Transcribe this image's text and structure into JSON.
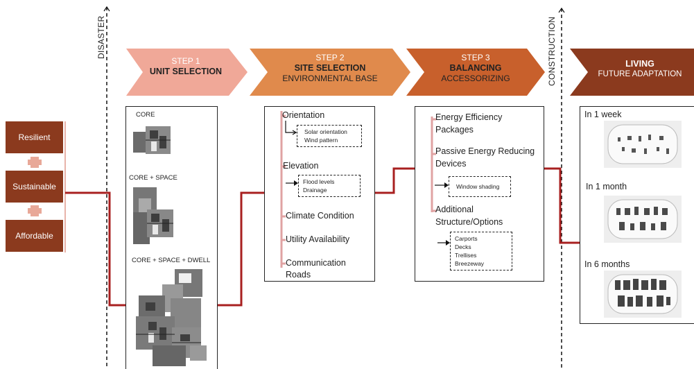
{
  "markers": {
    "disaster": "DISASTER",
    "construction": "CONSTRUCTION"
  },
  "steps": [
    {
      "step": "STEP 1",
      "title": "UNIT SELECTION",
      "subtitle": ""
    },
    {
      "step": "STEP 2",
      "title": "SITE SELECTION",
      "subtitle": "ENVIRONMENTAL BASE"
    },
    {
      "step": "STEP 3",
      "title": "BALANCING",
      "subtitle": "ACCESSORIZING"
    },
    {
      "step": "",
      "title": "LIVING",
      "subtitle": "FUTURE ADAPTATION"
    }
  ],
  "qualities": [
    "Resilient",
    "Sustainable",
    "Affordable"
  ],
  "unit_selection": {
    "units": [
      "CORE",
      "CORE + SPACE",
      "CORE + SPACE + DWELL"
    ]
  },
  "site_selection": {
    "orientation": "Orientation",
    "orientation_details": [
      "Solar orientation",
      "Wind pattern"
    ],
    "elevation": "Elevation",
    "elevation_details": [
      "Flood levels",
      "Drainage"
    ],
    "climate": "Climate Condition",
    "utility": "Utility Availability",
    "communication_1": "Communication",
    "communication_2": "Roads"
  },
  "balancing": {
    "energy_1": "Energy Efficiency",
    "energy_2": "Packages",
    "passive_1": "Passive Energy Reducing",
    "passive_2": "Devices",
    "passive_details": [
      "Window shading"
    ],
    "additional_1": "Additional",
    "additional_2": "Structure/Options",
    "additional_details": [
      "Carports",
      "Decks",
      "Trellises",
      "Breezeway"
    ]
  },
  "living": {
    "periods": [
      "In 1 week",
      "In 1 month",
      "In 6 months"
    ]
  },
  "colors": {
    "step1": "#f0a898",
    "step2": "#e08a4c",
    "step3": "#c8602c",
    "living": "#8b3a1e",
    "quality_box": "#8b3a1e",
    "connector": "#a82020",
    "bracket": "#e0a3a3"
  }
}
